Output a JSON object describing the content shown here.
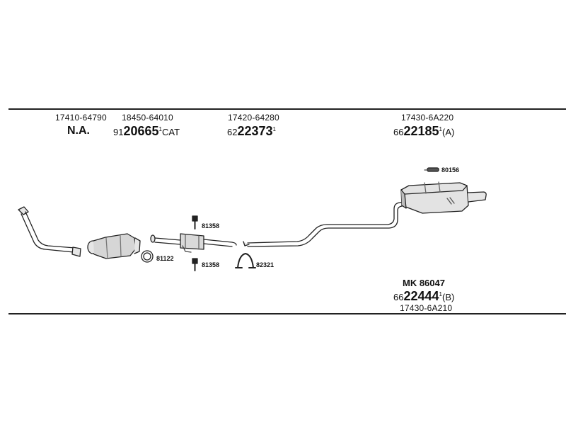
{
  "columns": [
    {
      "oem": "17410-64790",
      "status": "N.A."
    },
    {
      "oem": "18450-64010",
      "prefix": "91",
      "number": "20665",
      "sup": "1",
      "suffix": "CAT"
    },
    {
      "oem": "17420-64280",
      "prefix": "62",
      "number": "22373",
      "sup": "1",
      "suffix": ""
    },
    {
      "oem": "17430-6A220",
      "prefix": "66",
      "number": "22185",
      "sup": "1",
      "suffix": "(A)"
    }
  ],
  "rear_alt": {
    "mk": "MK 86047",
    "prefix": "66",
    "number": "22444",
    "sup": "1",
    "suffix": "(B)",
    "oem": "17430-6A210"
  },
  "callouts": {
    "bolt_top": "81358",
    "bolt_bottom": "81358",
    "gasket": "81122",
    "clamp": "82321",
    "hanger": "80156"
  },
  "colors": {
    "line": "#222222",
    "part_fill": "#e6e6e6",
    "part_dark": "#9a9a9a"
  }
}
